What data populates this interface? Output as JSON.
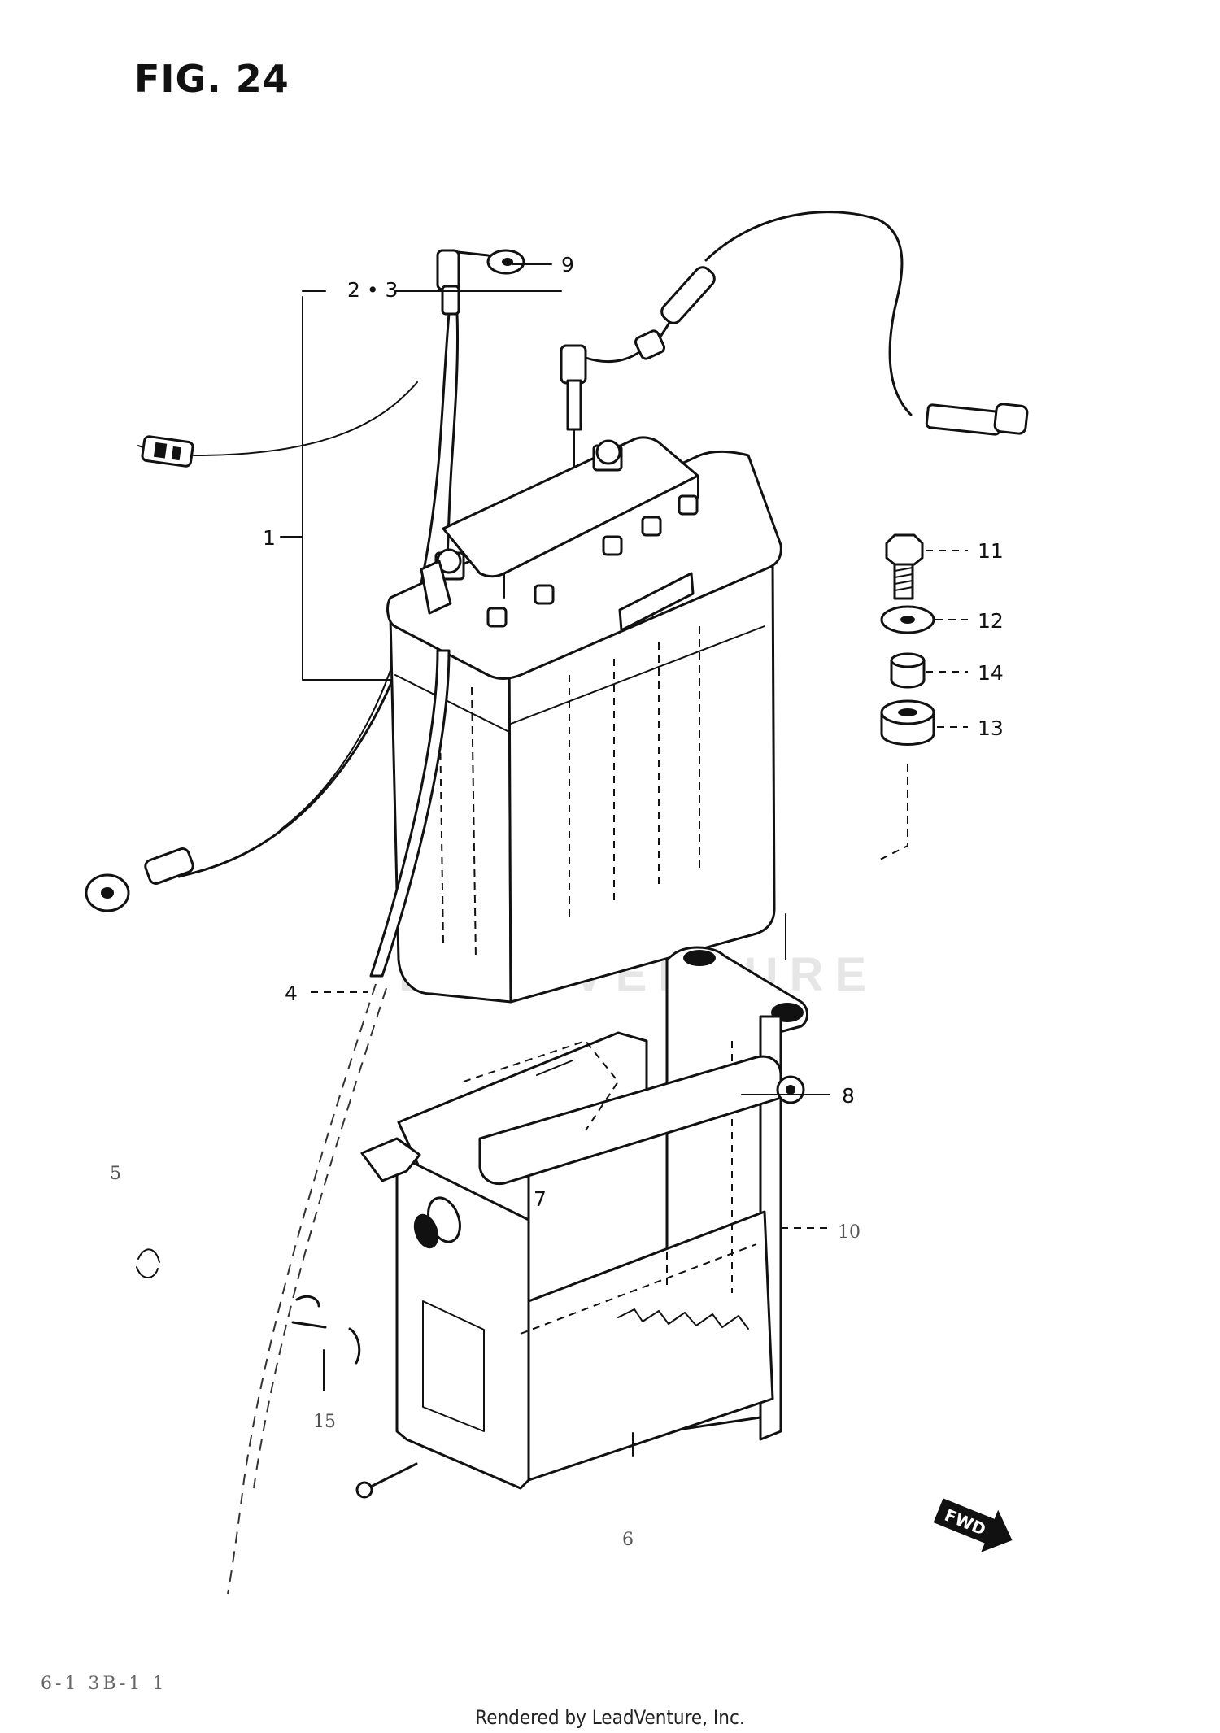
{
  "figure": {
    "title": "FIG. 24"
  },
  "callouts": [
    {
      "id": "9",
      "label": "9"
    },
    {
      "id": "2-3",
      "label": "2 • 3"
    },
    {
      "id": "1",
      "label": "1"
    },
    {
      "id": "11",
      "label": "11"
    },
    {
      "id": "12",
      "label": "12"
    },
    {
      "id": "14",
      "label": "14"
    },
    {
      "id": "13",
      "label": "13"
    },
    {
      "id": "4",
      "label": "4"
    },
    {
      "id": "8",
      "label": "8"
    },
    {
      "id": "7",
      "label": "7"
    },
    {
      "id": "10",
      "label": "10"
    },
    {
      "id": "15",
      "label": "15"
    },
    {
      "id": "6",
      "label": "6"
    },
    {
      "id": "5",
      "label": "5"
    }
  ],
  "fwd_badge": "FWD",
  "watermark": "LEADVENTURE",
  "ref_code": "6-1 3B-1 1",
  "footer": "Rendered by LeadVenture, Inc."
}
